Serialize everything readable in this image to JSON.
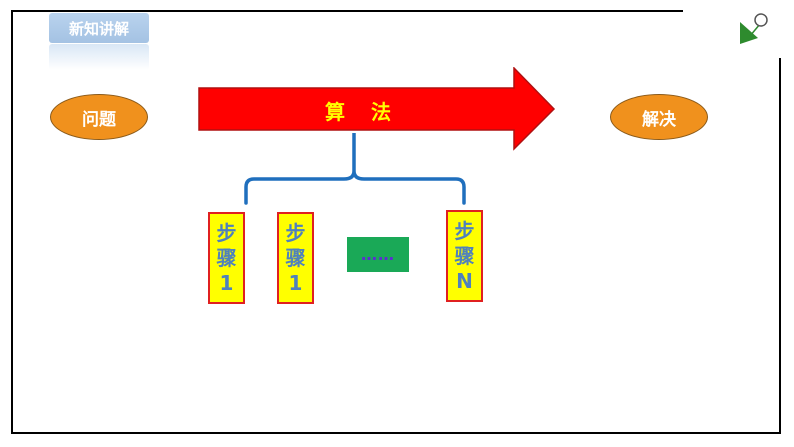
{
  "header": {
    "badge_label": "新知讲解"
  },
  "diagram": {
    "start_label": "问题",
    "arrow_label": "算法",
    "end_label": "解决",
    "steps": [
      {
        "chars": [
          "步",
          "骤",
          "1"
        ]
      },
      {
        "chars": [
          "步",
          "骤",
          "1"
        ]
      },
      {
        "chars": [
          "步",
          "骤",
          "N"
        ]
      }
    ],
    "ellipsis": "……"
  },
  "colors": {
    "arrow": "#ff0000",
    "arrow_text": "#ffff00",
    "oval": "#f0911d",
    "brace": "#1f6fbd",
    "step_fill": "#ffff00",
    "step_border": "#e02020",
    "step_text": "#4f81bd",
    "ellipsis_box": "#1aa957",
    "ellipsis_text": "#5b2fd0"
  },
  "icons": {
    "corner": "play-triangle-icon"
  }
}
